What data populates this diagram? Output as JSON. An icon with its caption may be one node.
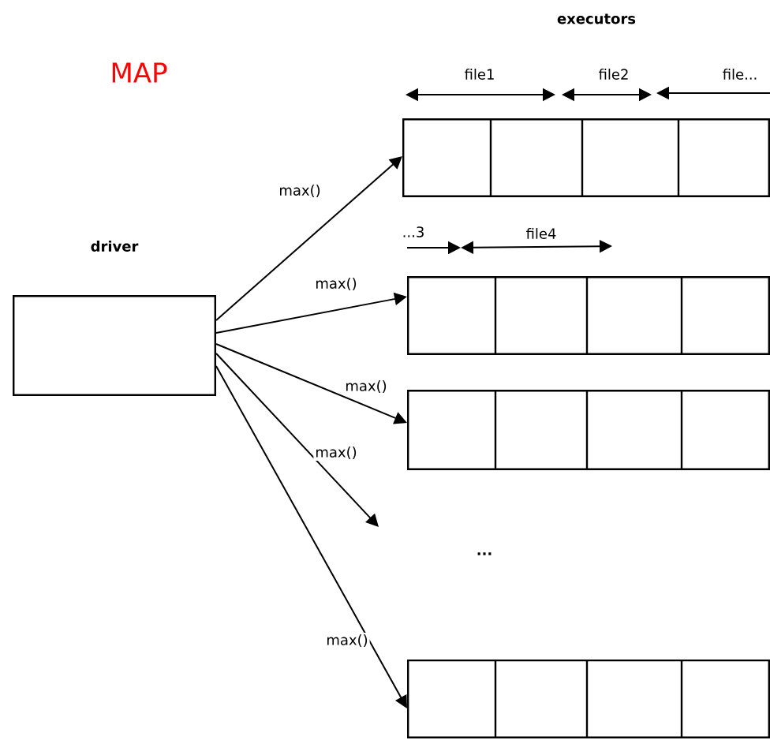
{
  "diagram": {
    "title": "MAP",
    "nodes": [
      {
        "text": [
          "driver"
        ]
      },
      {
        "text": [],
        "shape": "box"
      },
      {
        "text": [],
        "shape": "box"
      },
      {
        "text": [],
        "shape": "box"
      },
      {
        "text": [],
        "shape": "box"
      }
    ],
    "edges": [
      {
        "from": 0,
        "to": 1,
        "arrow": "to",
        "label": "max()"
      },
      {
        "from": 0,
        "to": 2,
        "arrow": "to",
        "label": "max()"
      },
      {
        "from": 0,
        "to": 3,
        "arrow": "to",
        "label": "max()"
      },
      {
        "from": 0,
        "to": null,
        "arrow": "to",
        "label": "max()"
      },
      {
        "from": 0,
        "to": 4,
        "arrow": "to",
        "label": "max()"
      }
    ],
    "labels": [
      "executors",
      "file1",
      "file2",
      "file...",
      "...3",
      "file4",
      "..."
    ]
  }
}
